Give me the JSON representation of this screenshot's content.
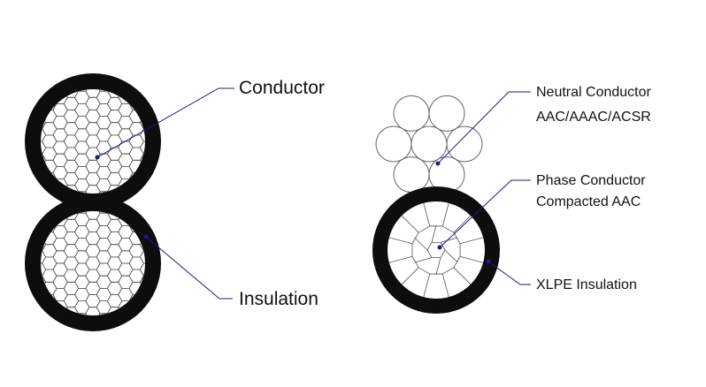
{
  "left_diagram": {
    "labels": {
      "conductor": "Conductor",
      "insulation": "Insulation"
    }
  },
  "right_diagram": {
    "labels": {
      "neutral_line1": "Neutral Conductor",
      "neutral_line2": "AAC/AAAC/ACSR",
      "phase_line1": "Phase Conductor",
      "phase_line2": "Compacted AAC",
      "xlpe": "XLPE Insulation"
    }
  },
  "colors": {
    "insulation_fill": "#0d0d0d",
    "conductor_fill": "#ffffff",
    "wire_stroke": "#555555",
    "leader_line": "#1a1a8c",
    "text": "#111111"
  }
}
